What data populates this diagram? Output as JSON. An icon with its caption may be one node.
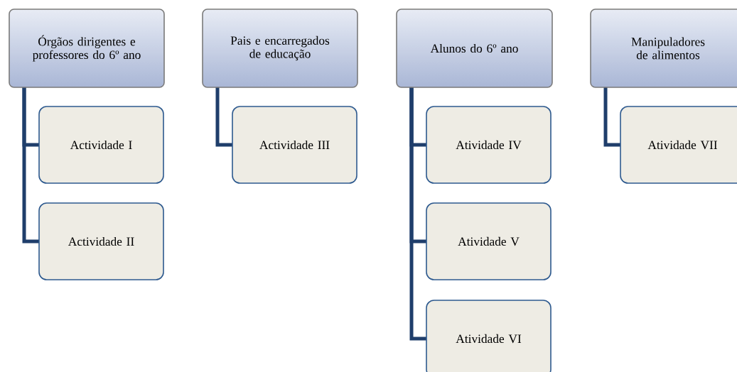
{
  "diagram": {
    "nodes": [
      {
        "text": [
          "Órgãos dirigentes  e professores do 6º ano"
        ]
      },
      {
        "text": [
          "Actividade I"
        ]
      },
      {
        "text": [
          "Actividade II"
        ]
      },
      {
        "text": [
          "Pais e encarregados de educação"
        ]
      },
      {
        "text": [
          "Actividade III"
        ]
      },
      {
        "text": [
          "Alunos do 6º ano"
        ]
      },
      {
        "text": [
          "Atividade IV"
        ]
      },
      {
        "text": [
          "Atividade V"
        ]
      },
      {
        "text": [
          "Atividade VI"
        ]
      },
      {
        "text": [
          "Manipuladores de alimentos"
        ]
      },
      {
        "text": [
          "Atividade VII"
        ]
      }
    ],
    "edges": [
      {
        "from": 0,
        "to": 1,
        "arrow": "none"
      },
      {
        "from": 0,
        "to": 2,
        "arrow": "none"
      },
      {
        "from": 3,
        "to": 4,
        "arrow": "none"
      },
      {
        "from": 5,
        "to": 6,
        "arrow": "none"
      },
      {
        "from": 5,
        "to": 7,
        "arrow": "none"
      },
      {
        "from": 5,
        "to": 8,
        "arrow": "none"
      },
      {
        "from": 9,
        "to": 10,
        "arrow": "none"
      }
    ]
  }
}
